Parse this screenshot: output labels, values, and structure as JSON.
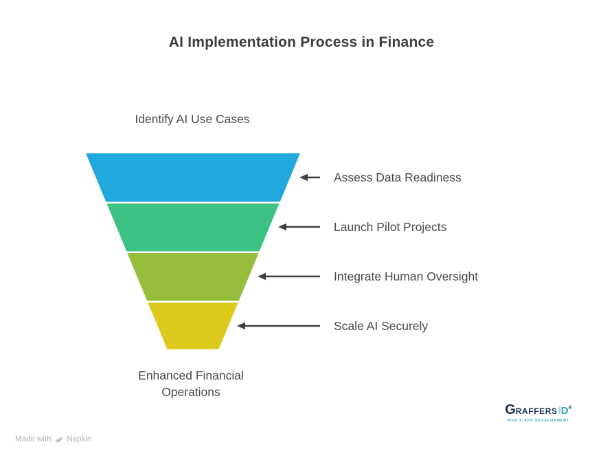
{
  "title": "AI Implementation Process in Finance",
  "funnel": {
    "input_label": "Identify AI Use Cases",
    "output_label": "Enhanced Financial\nOperations",
    "stages": [
      {
        "label": "Assess Data Readiness",
        "color": "#21a9dd"
      },
      {
        "label": "Launch Pilot Projects",
        "color": "#3dc283"
      },
      {
        "label": "Integrate Human Oversight",
        "color": "#96bd3c"
      },
      {
        "label": "Scale AI Securely",
        "color": "#ddca1d"
      }
    ],
    "arrow_color": "#3f3f3f"
  },
  "branding": {
    "logo_g": "G",
    "logo_rest": "RAFFERS",
    "logo_i": "I",
    "logo_d": "D",
    "logo_reg": "®",
    "tagline": "WEB & APP DEVELOPMENT"
  },
  "credit": {
    "prefix": "Made with",
    "brand": "Napkin"
  }
}
